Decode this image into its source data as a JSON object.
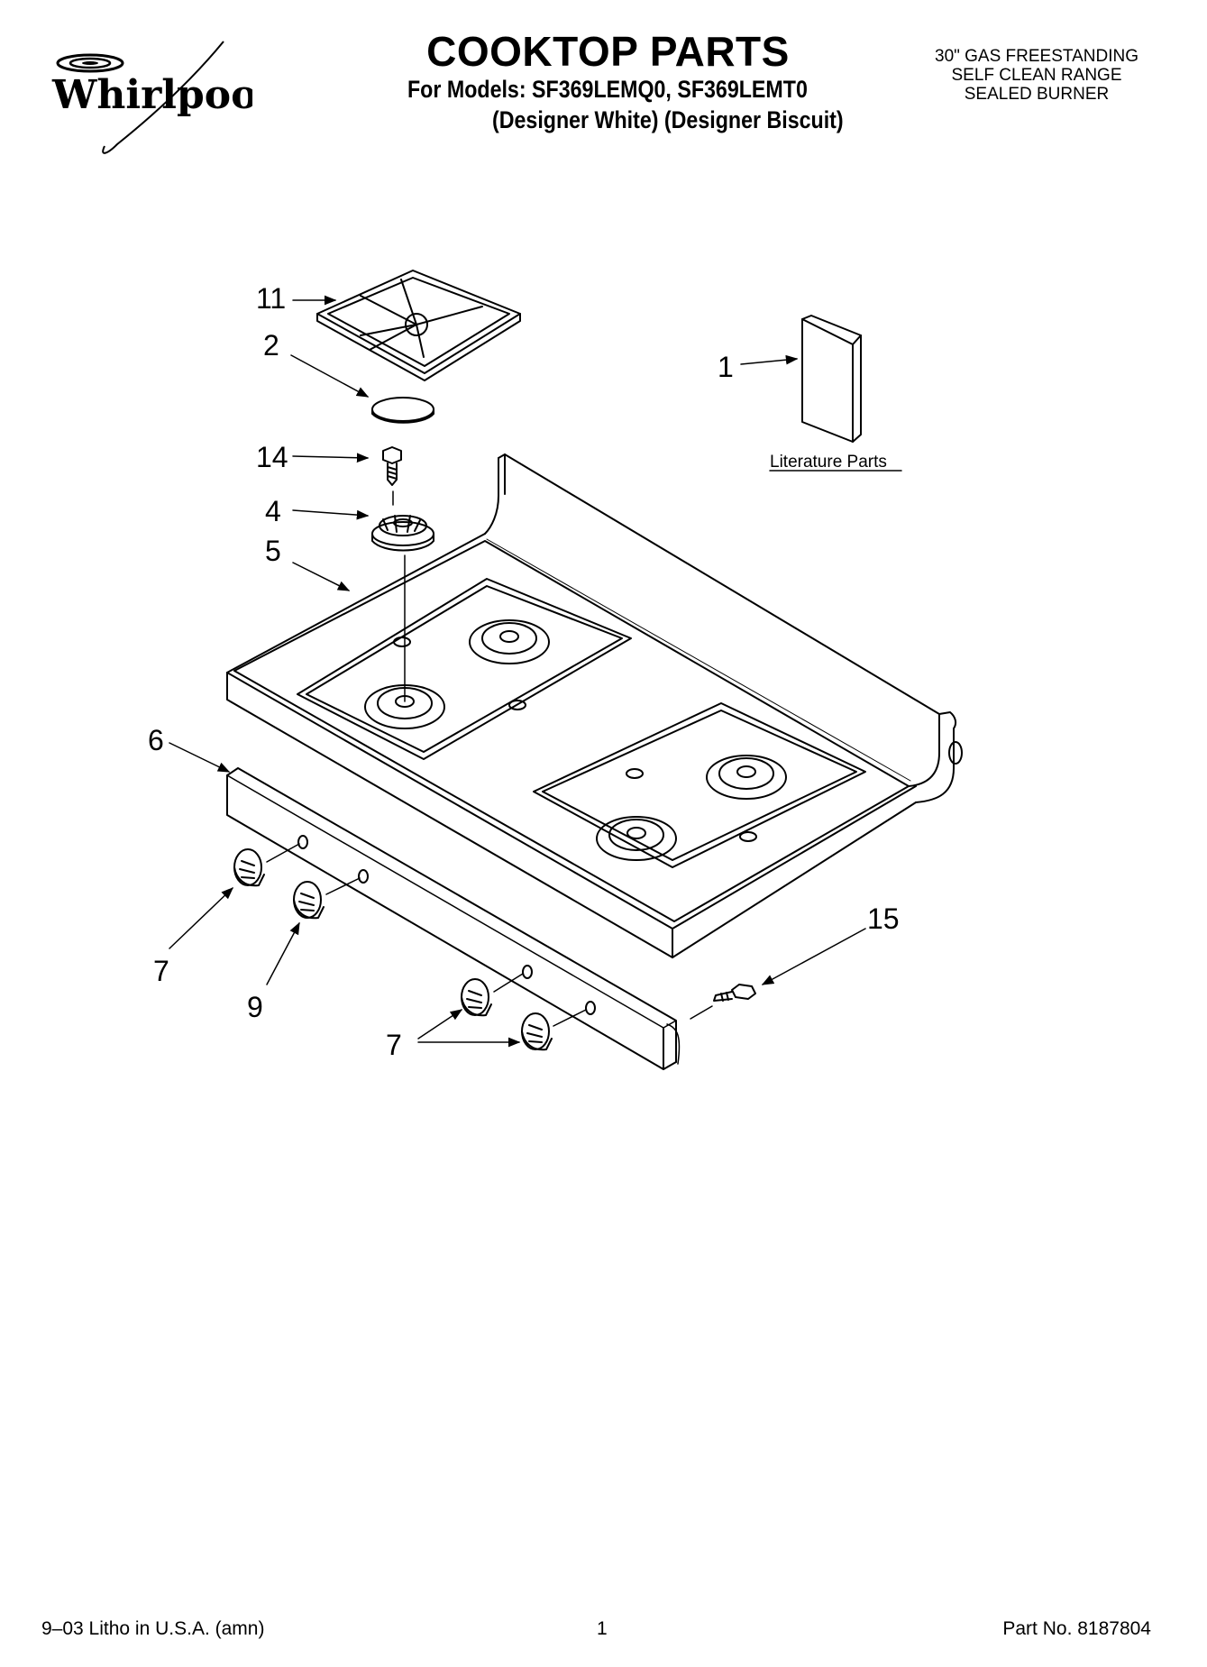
{
  "header": {
    "brand": "Whirlpool",
    "title": "COOKTOP PARTS",
    "models_line": "For Models: SF369LEMQ0, SF369LEMT0",
    "colors_line": "(Designer White) (Designer Biscuit)",
    "product_description": [
      "30\" GAS FREESTANDING",
      "SELF CLEAN RANGE",
      "SEALED BURNER"
    ]
  },
  "diagram": {
    "callouts": {
      "grate": "11",
      "burner_cap": "2",
      "literature": "1",
      "screw_top": "14",
      "burner_base": "4",
      "cooktop": "5",
      "control_panel": "6",
      "knob_left_a": "7",
      "knob_left_b": "9",
      "knob_right_pair": "7",
      "screw_side": "15"
    },
    "literature_label": "Literature Parts"
  },
  "footer": {
    "litho": "9–03 Litho in U.S.A. (amn)",
    "page_number": "1",
    "part_number": "Part No. 8187804"
  }
}
